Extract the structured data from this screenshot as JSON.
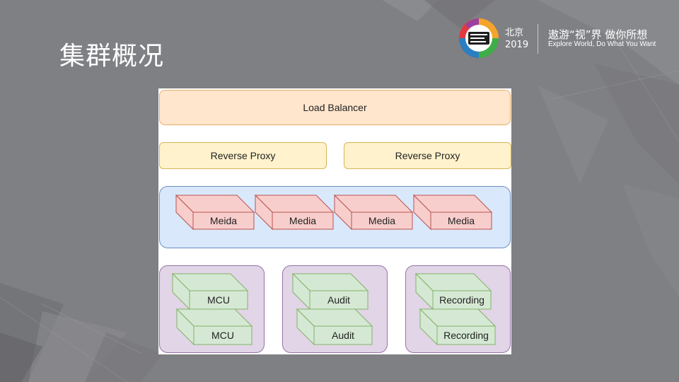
{
  "slide": {
    "title": "集群概况"
  },
  "header": {
    "city": "北京",
    "year": "2019",
    "slogan_cn": "遨游“视”界 做你所想",
    "slogan_en": "Explore World, Do What You Want"
  },
  "diagram": {
    "load_balancer": "Load Balancer",
    "reverse_proxies": [
      "Reverse Proxy",
      "Reverse Proxy"
    ],
    "media_nodes": [
      "Meida",
      "Media",
      "Media",
      "Media"
    ],
    "mcu_nodes": [
      "MCU",
      "MCU"
    ],
    "audit_nodes": [
      "Audit",
      "Audit"
    ],
    "recording_nodes": [
      "Recording",
      "Recording"
    ]
  },
  "colors": {
    "background": "#7f8084",
    "load_balancer_fill": "#ffe6cc",
    "proxy_fill": "#fff2cc",
    "media_group_fill": "#dae8fc",
    "media_node_fill": "#f8cecc",
    "service_group_fill": "#e1d5e7",
    "service_node_fill": "#d5e8d4"
  },
  "icons": {
    "logo": "live-video-stack-logo"
  }
}
